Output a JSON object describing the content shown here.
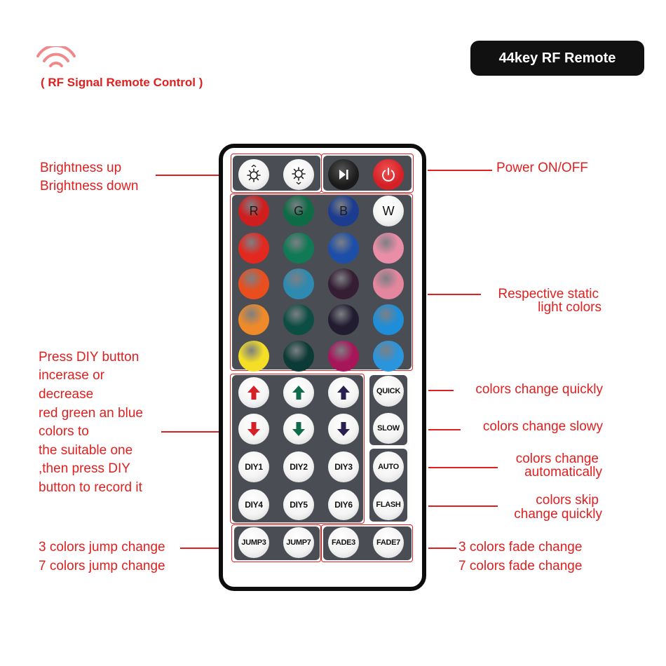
{
  "header": {
    "rf_title": "( RF Signal Remote Control )",
    "badge": "44key RF Remote"
  },
  "annotations": {
    "brightness": [
      "Brightness up",
      "Brightness down"
    ],
    "power": "Power ON/OFF",
    "static_colors": [
      "Respective static",
      "light colors"
    ],
    "diy": [
      "Press DIY button",
      "incerase or",
      "decrease",
      "red green an blue",
      "colors to",
      "the suitable one",
      ",then press DIY",
      "button to record it"
    ],
    "quick": "colors change quickly",
    "slow": "colors change slowy",
    "auto": [
      "colors change",
      "automatically"
    ],
    "flash": [
      "colors skip",
      "change quickly"
    ],
    "jump": [
      "3 colors jump change",
      "7 colors jump change"
    ],
    "fade": [
      "3 colors fade change",
      "7 colors fade change"
    ]
  },
  "remote": {
    "top_buttons": [
      {
        "icon": "brightness-up-icon"
      },
      {
        "icon": "brightness-down-icon"
      },
      {
        "icon": "play-pause-icon",
        "color": "#1a1a1a"
      },
      {
        "icon": "power-icon",
        "color": "#d42027"
      }
    ],
    "color_rows": [
      [
        {
          "label": "R",
          "color": "#d01e1e"
        },
        {
          "label": "G",
          "color": "#0d6b45"
        },
        {
          "label": "B",
          "color": "#1c3d8f"
        },
        {
          "label": "W",
          "color": "#f4f4f4"
        }
      ],
      [
        {
          "label": "",
          "color": "#e3281f"
        },
        {
          "label": "",
          "color": "#0f7a55"
        },
        {
          "label": "",
          "color": "#1e4fa8"
        },
        {
          "label": "",
          "color": "#ea8ea8"
        }
      ],
      [
        {
          "label": "",
          "color": "#ea4e1e"
        },
        {
          "label": "",
          "color": "#2e8ab0"
        },
        {
          "label": "",
          "color": "#351d33"
        },
        {
          "label": "",
          "color": "#e4869e"
        }
      ],
      [
        {
          "label": "",
          "color": "#ee8a2a"
        },
        {
          "label": "",
          "color": "#0d4e44"
        },
        {
          "label": "",
          "color": "#221c30"
        },
        {
          "label": "",
          "color": "#1f8ed8"
        }
      ],
      [
        {
          "label": "",
          "color": "#f4de26"
        },
        {
          "label": "",
          "color": "#0c3a36"
        },
        {
          "label": "",
          "color": "#a8165a"
        },
        {
          "label": "",
          "color": "#2a95dc"
        }
      ]
    ],
    "diy_rows": [
      [
        {
          "icon": "arrow-up-red-icon",
          "color": "#d42027"
        },
        {
          "icon": "arrow-up-green-icon",
          "color": "#0f6b4a"
        },
        {
          "icon": "arrow-up-blue-icon",
          "color": "#2a2050"
        }
      ],
      [
        {
          "icon": "arrow-down-red-icon",
          "color": "#d42027"
        },
        {
          "icon": "arrow-down-green-icon",
          "color": "#0f6b4a"
        },
        {
          "icon": "arrow-down-blue-icon",
          "color": "#2a2050"
        }
      ],
      [
        {
          "label": "DIY1"
        },
        {
          "label": "DIY2"
        },
        {
          "label": "DIY3"
        }
      ],
      [
        {
          "label": "DIY4"
        },
        {
          "label": "DIY5"
        },
        {
          "label": "DIY6"
        }
      ]
    ],
    "mode_buttons": [
      {
        "label": "QUICK"
      },
      {
        "label": "SLOW"
      },
      {
        "label": "AUTO"
      },
      {
        "label": "FLASH"
      }
    ],
    "bottom_buttons": [
      {
        "label": "JUMP3"
      },
      {
        "label": "JUMP7"
      },
      {
        "label": "FADE3"
      },
      {
        "label": "FADE7"
      }
    ]
  }
}
